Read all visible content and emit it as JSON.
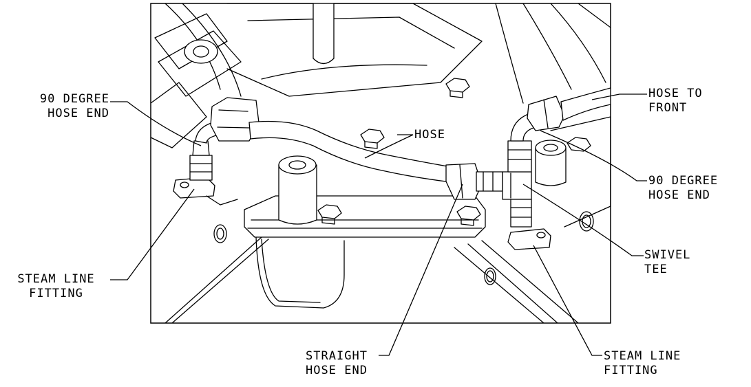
{
  "labels": {
    "hose_end_90_left": [
      "90 DEGREE",
      "HOSE END"
    ],
    "hose_to_front": [
      "HOSE TO",
      "FRONT"
    ],
    "hose": "HOSE",
    "hose_end_90_right": [
      "90 DEGREE",
      "HOSE END"
    ],
    "steam_line_fitting_left": [
      "STEAM LINE",
      "FITTING"
    ],
    "swivel_tee": [
      "SWIVEL",
      "TEE"
    ],
    "straight_hose_end": [
      "STRAIGHT",
      "HOSE END"
    ],
    "steam_line_fitting_right": [
      "STEAM LINE",
      "FITTING"
    ]
  }
}
